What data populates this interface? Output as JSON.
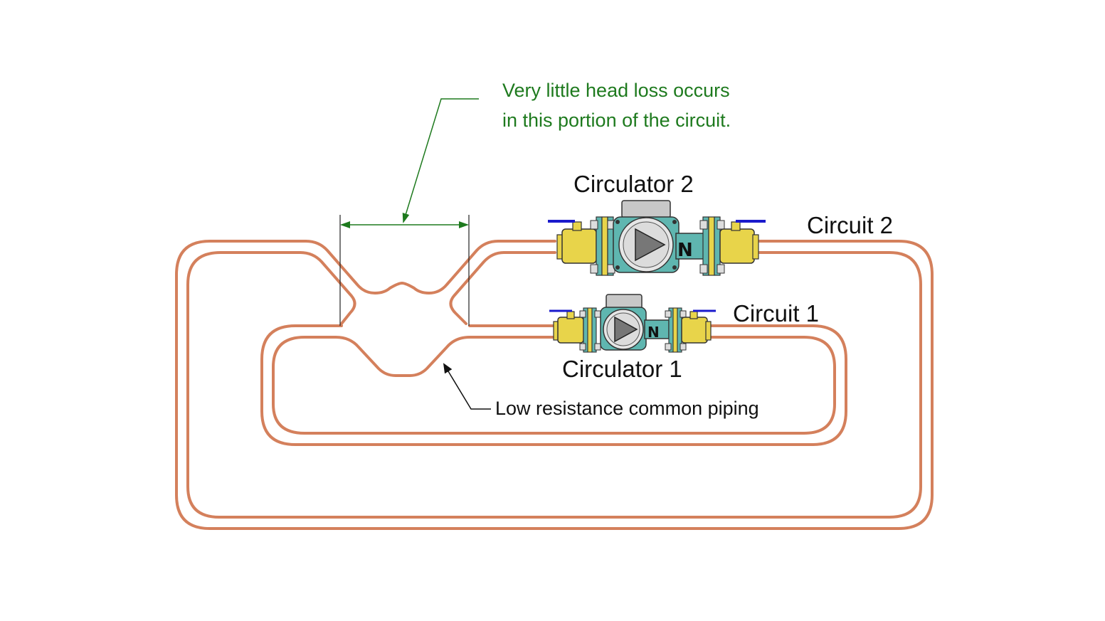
{
  "annotations": {
    "head_loss_line1": "Very little head loss occurs",
    "head_loss_line2": "in this portion of the circuit.",
    "common_piping": "Low resistance common piping"
  },
  "components": {
    "circulator_2": "Circulator 2",
    "circulator_1": "Circulator 1",
    "circuit_2": "Circuit 2",
    "circuit_1": "Circuit 1"
  },
  "colors": {
    "pipe": "#d4805c",
    "annotation_green": "#1e7a1e",
    "valve_brass": "#e8d44a",
    "pump_body": "#5fb6b0",
    "handle_blue": "#1a1acc",
    "motor_gray": "#c8c8c8"
  }
}
